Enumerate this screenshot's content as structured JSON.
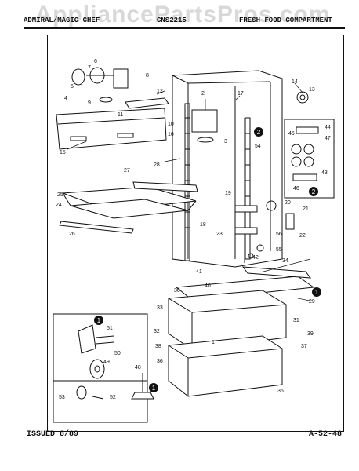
{
  "watermark": "AppliancePartsPros.com",
  "header": {
    "brand": "ADMIRAL/MAGIC CHEF",
    "model": "CNS2215",
    "section": "FRESH FOOD COMPARTMENT"
  },
  "footer": {
    "issued": "ISSUED 8/89",
    "page": "A-52-48"
  },
  "callouts": [
    "1",
    "2",
    "3",
    "4",
    "5",
    "6",
    "7",
    "8",
    "9",
    "10",
    "11",
    "12",
    "13",
    "14",
    "15",
    "16",
    "17",
    "18",
    "19",
    "20",
    "21",
    "22",
    "23",
    "24",
    "25",
    "26",
    "27",
    "28",
    "29",
    "30",
    "31",
    "32",
    "33",
    "34",
    "35",
    "36",
    "37",
    "38",
    "39",
    "40",
    "41",
    "42",
    "43",
    "44",
    "45",
    "46",
    "47",
    "48",
    "49",
    "50",
    "51",
    "52",
    "53",
    "54",
    "55",
    "56"
  ],
  "inset_markers": [
    "1",
    "2"
  ]
}
